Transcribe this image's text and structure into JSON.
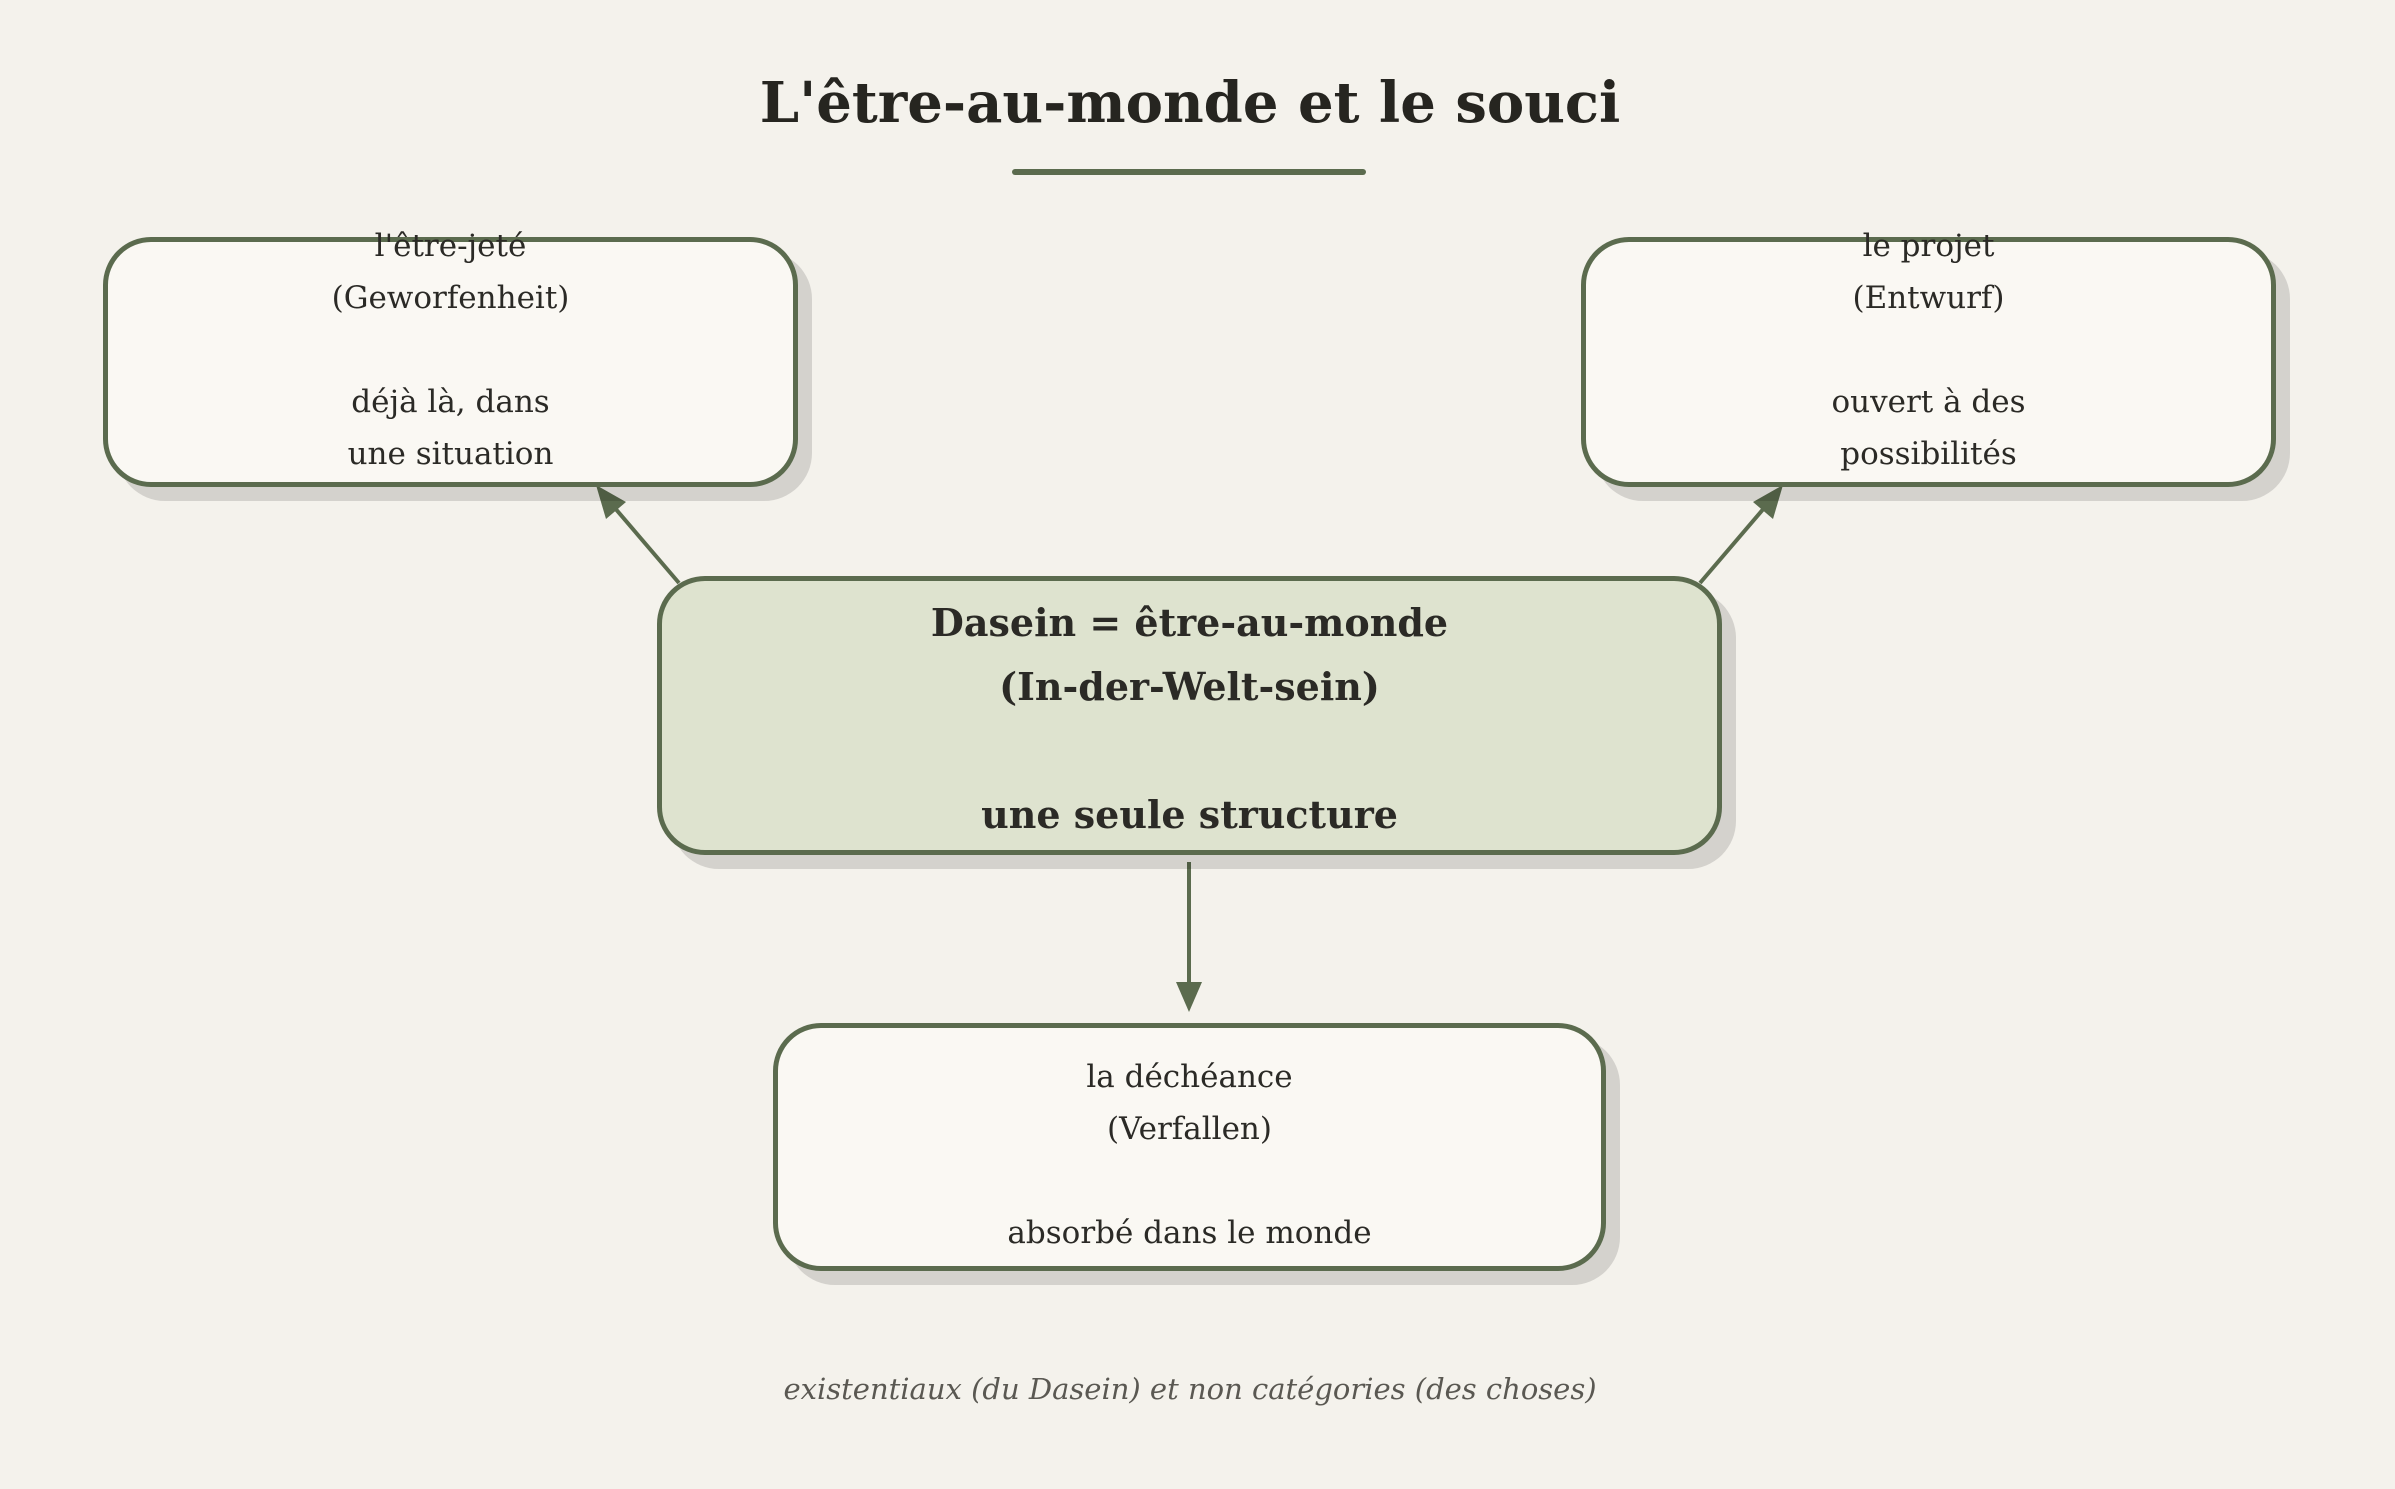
{
  "title": "L'être-au-monde et le souci",
  "nodes": {
    "center": {
      "line1": "Dasein = être-au-monde",
      "line2": "(In-der-Welt-sein)",
      "line3": "une seule structure"
    },
    "thrown": {
      "line1": "l'être-jeté",
      "line2": "(Geworfenheit)",
      "line3": "déjà là, dans",
      "line4": "une situation"
    },
    "project": {
      "line1": "le projet",
      "line2": "(Entwurf)",
      "line3": "ouvert à des",
      "line4": "possibilités"
    },
    "fall": {
      "line1": "la déchéance",
      "line2": "(Verfallen)",
      "line3": "absorbé dans le monde"
    }
  },
  "footnote": "existentiaux (du Dasein) et non catégories (des choses)",
  "colors": {
    "background": "#f4f2ec",
    "accent": "#5b6b4e",
    "center_fill": "#dee3cf",
    "node_fill": "#faf8f3"
  }
}
